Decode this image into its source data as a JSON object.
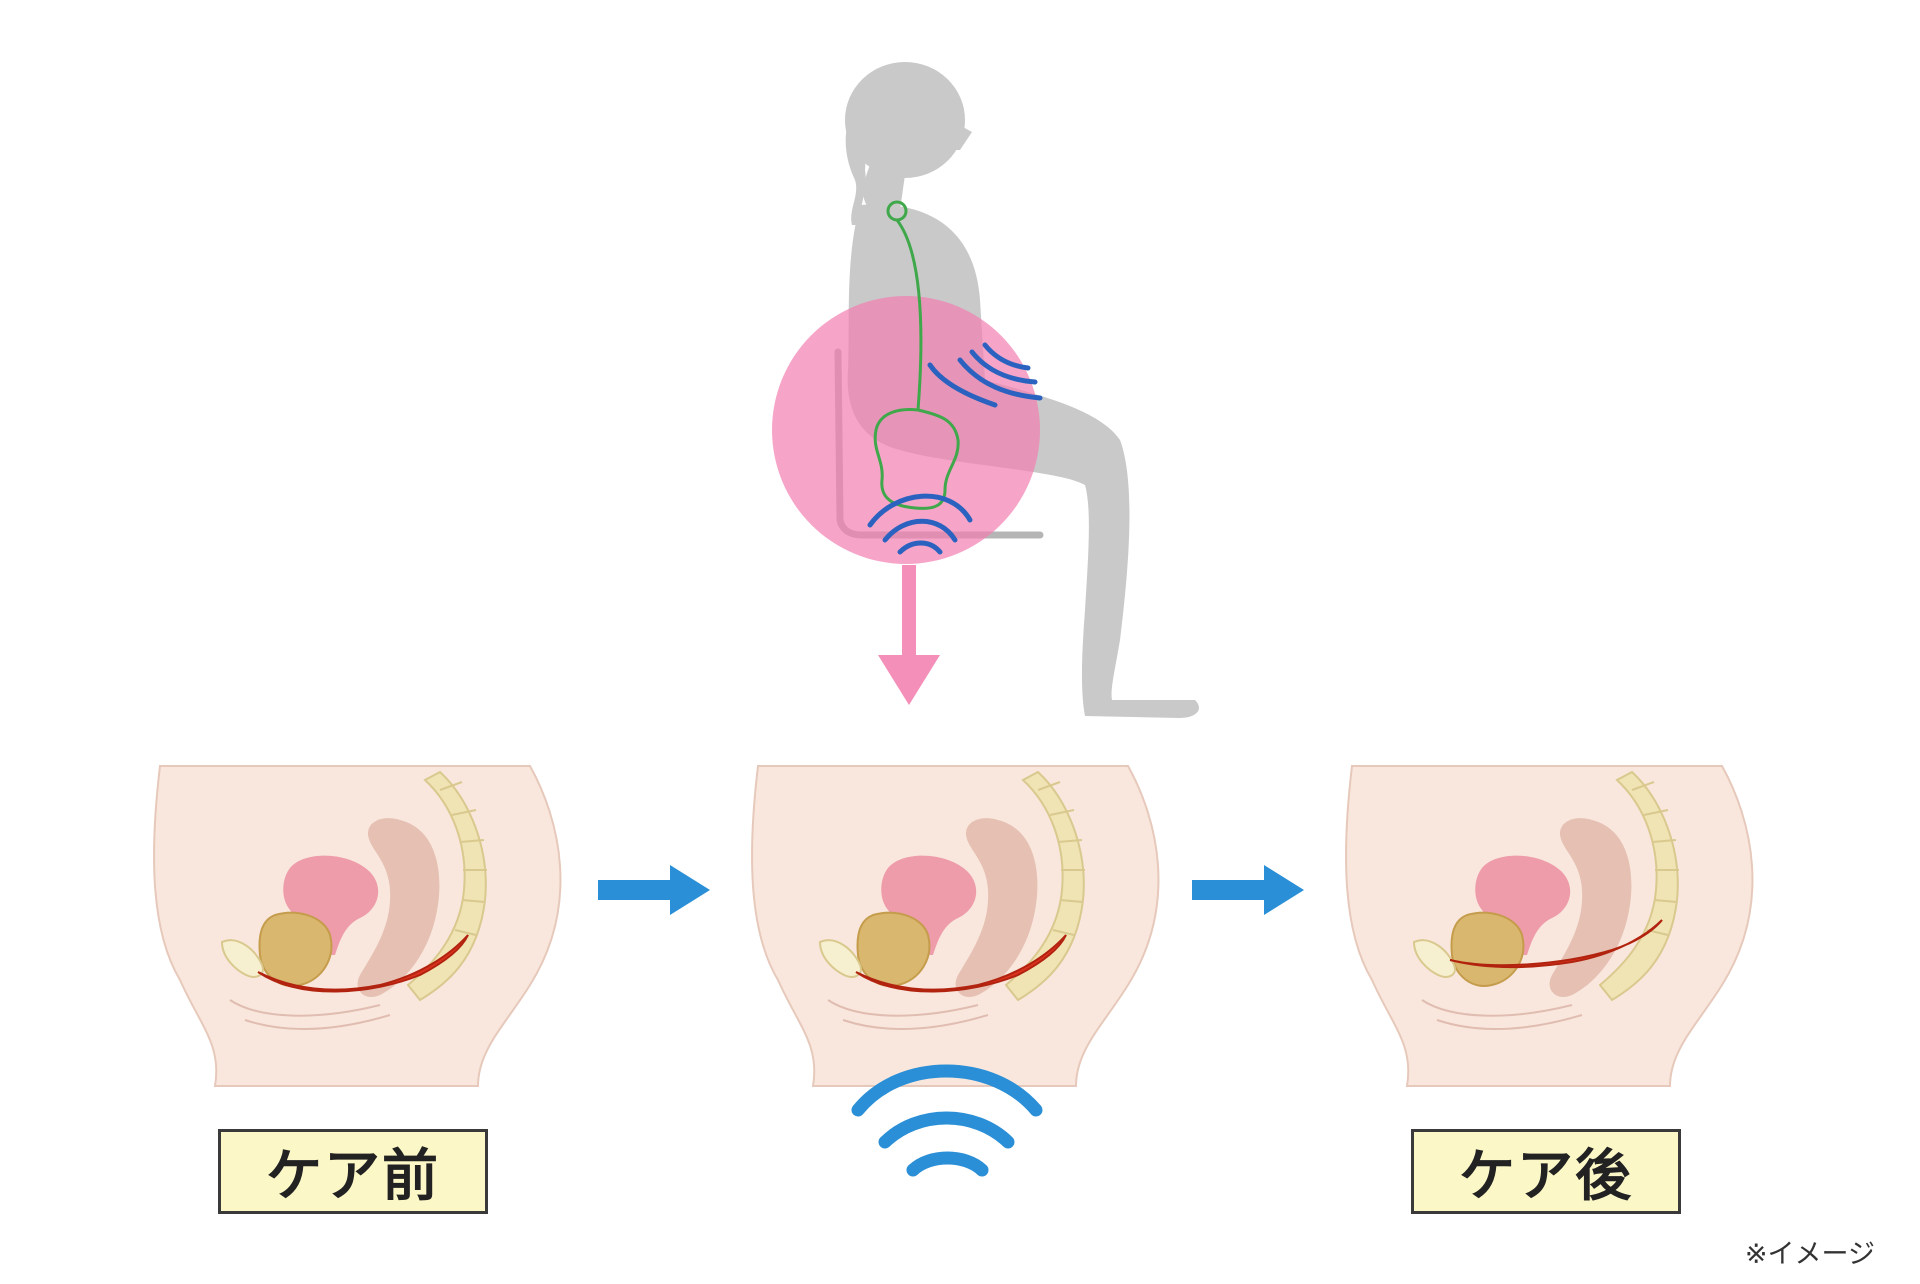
{
  "labels": {
    "before": "ケア前",
    "after": "ケア後"
  },
  "note": "※イメージ",
  "colors": {
    "skin": "#f9e7dd",
    "skin_line": "#e6c9bb",
    "muscle": "#d9321f",
    "bladder": "#d9b76e",
    "uterus": "#ee9ca9",
    "rectum": "#e3bcae",
    "spine": "#f0e4b5",
    "silhouette": "#c9c9c9",
    "focus_circle": "#f27fb1",
    "pink_arrow": "#f48fb9",
    "blue_arrow": "#2a8fd6",
    "wave_blue": "#2b62c0",
    "label_fill": "#fbf7c7"
  },
  "icons": {
    "arrow": "right-arrow-icon",
    "wave": "wave-signal-icon"
  }
}
